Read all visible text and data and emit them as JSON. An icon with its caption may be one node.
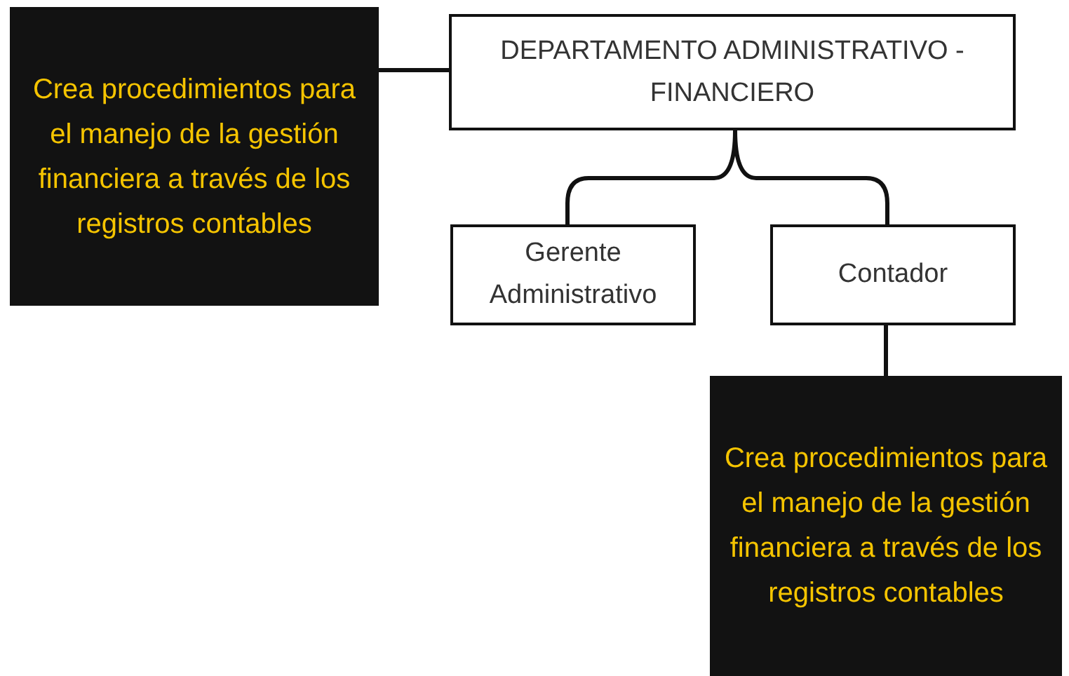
{
  "diagram": {
    "nodes": [
      {
        "text": [
          "Crea procedimientos para el manejo de la gestión financiera a través de los registros contables"
        ]
      },
      {
        "text": [
          "DEPARTAMENTO ADMINISTRATIVO - FINANCIERO"
        ]
      },
      {
        "text": [
          "Gerente Administrativo"
        ]
      },
      {
        "text": [
          "Contador"
        ]
      },
      {
        "text": [
          "Crea procedimientos para el manejo de la gestión financiera a través de los registros contables"
        ]
      }
    ],
    "edges": [
      {
        "from": 0,
        "to": 1,
        "arrow": "none"
      },
      {
        "from": 1,
        "to": 2,
        "arrow": "none"
      },
      {
        "from": 1,
        "to": 3,
        "arrow": "none"
      },
      {
        "from": 3,
        "to": 4,
        "arrow": "none"
      }
    ]
  }
}
